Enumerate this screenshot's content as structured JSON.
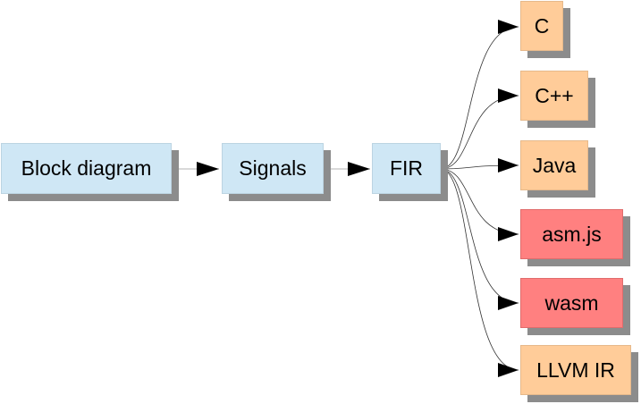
{
  "diagram": {
    "nodes": [
      {
        "id": "block-diagram",
        "label": "Block diagram",
        "color": "#cfe7f5"
      },
      {
        "id": "signals",
        "label": "Signals",
        "color": "#cfe7f5"
      },
      {
        "id": "fir",
        "label": "FIR",
        "color": "#cfe7f5"
      },
      {
        "id": "c",
        "label": "C",
        "color": "#ffcc99"
      },
      {
        "id": "cpp",
        "label": "C++",
        "color": "#ffcc99"
      },
      {
        "id": "java",
        "label": "Java",
        "color": "#ffcc99"
      },
      {
        "id": "asmjs",
        "label": "asm.js",
        "color": "#ff8080"
      },
      {
        "id": "wasm",
        "label": "wasm",
        "color": "#ff8080"
      },
      {
        "id": "llvm-ir",
        "label": "LLVM IR",
        "color": "#ffcc99"
      }
    ],
    "edges": [
      {
        "from": "block-diagram",
        "to": "signals"
      },
      {
        "from": "signals",
        "to": "fir"
      },
      {
        "from": "fir",
        "to": "c"
      },
      {
        "from": "fir",
        "to": "cpp"
      },
      {
        "from": "fir",
        "to": "java"
      },
      {
        "from": "fir",
        "to": "asmjs"
      },
      {
        "from": "fir",
        "to": "wasm"
      },
      {
        "from": "fir",
        "to": "llvm-ir"
      }
    ]
  }
}
